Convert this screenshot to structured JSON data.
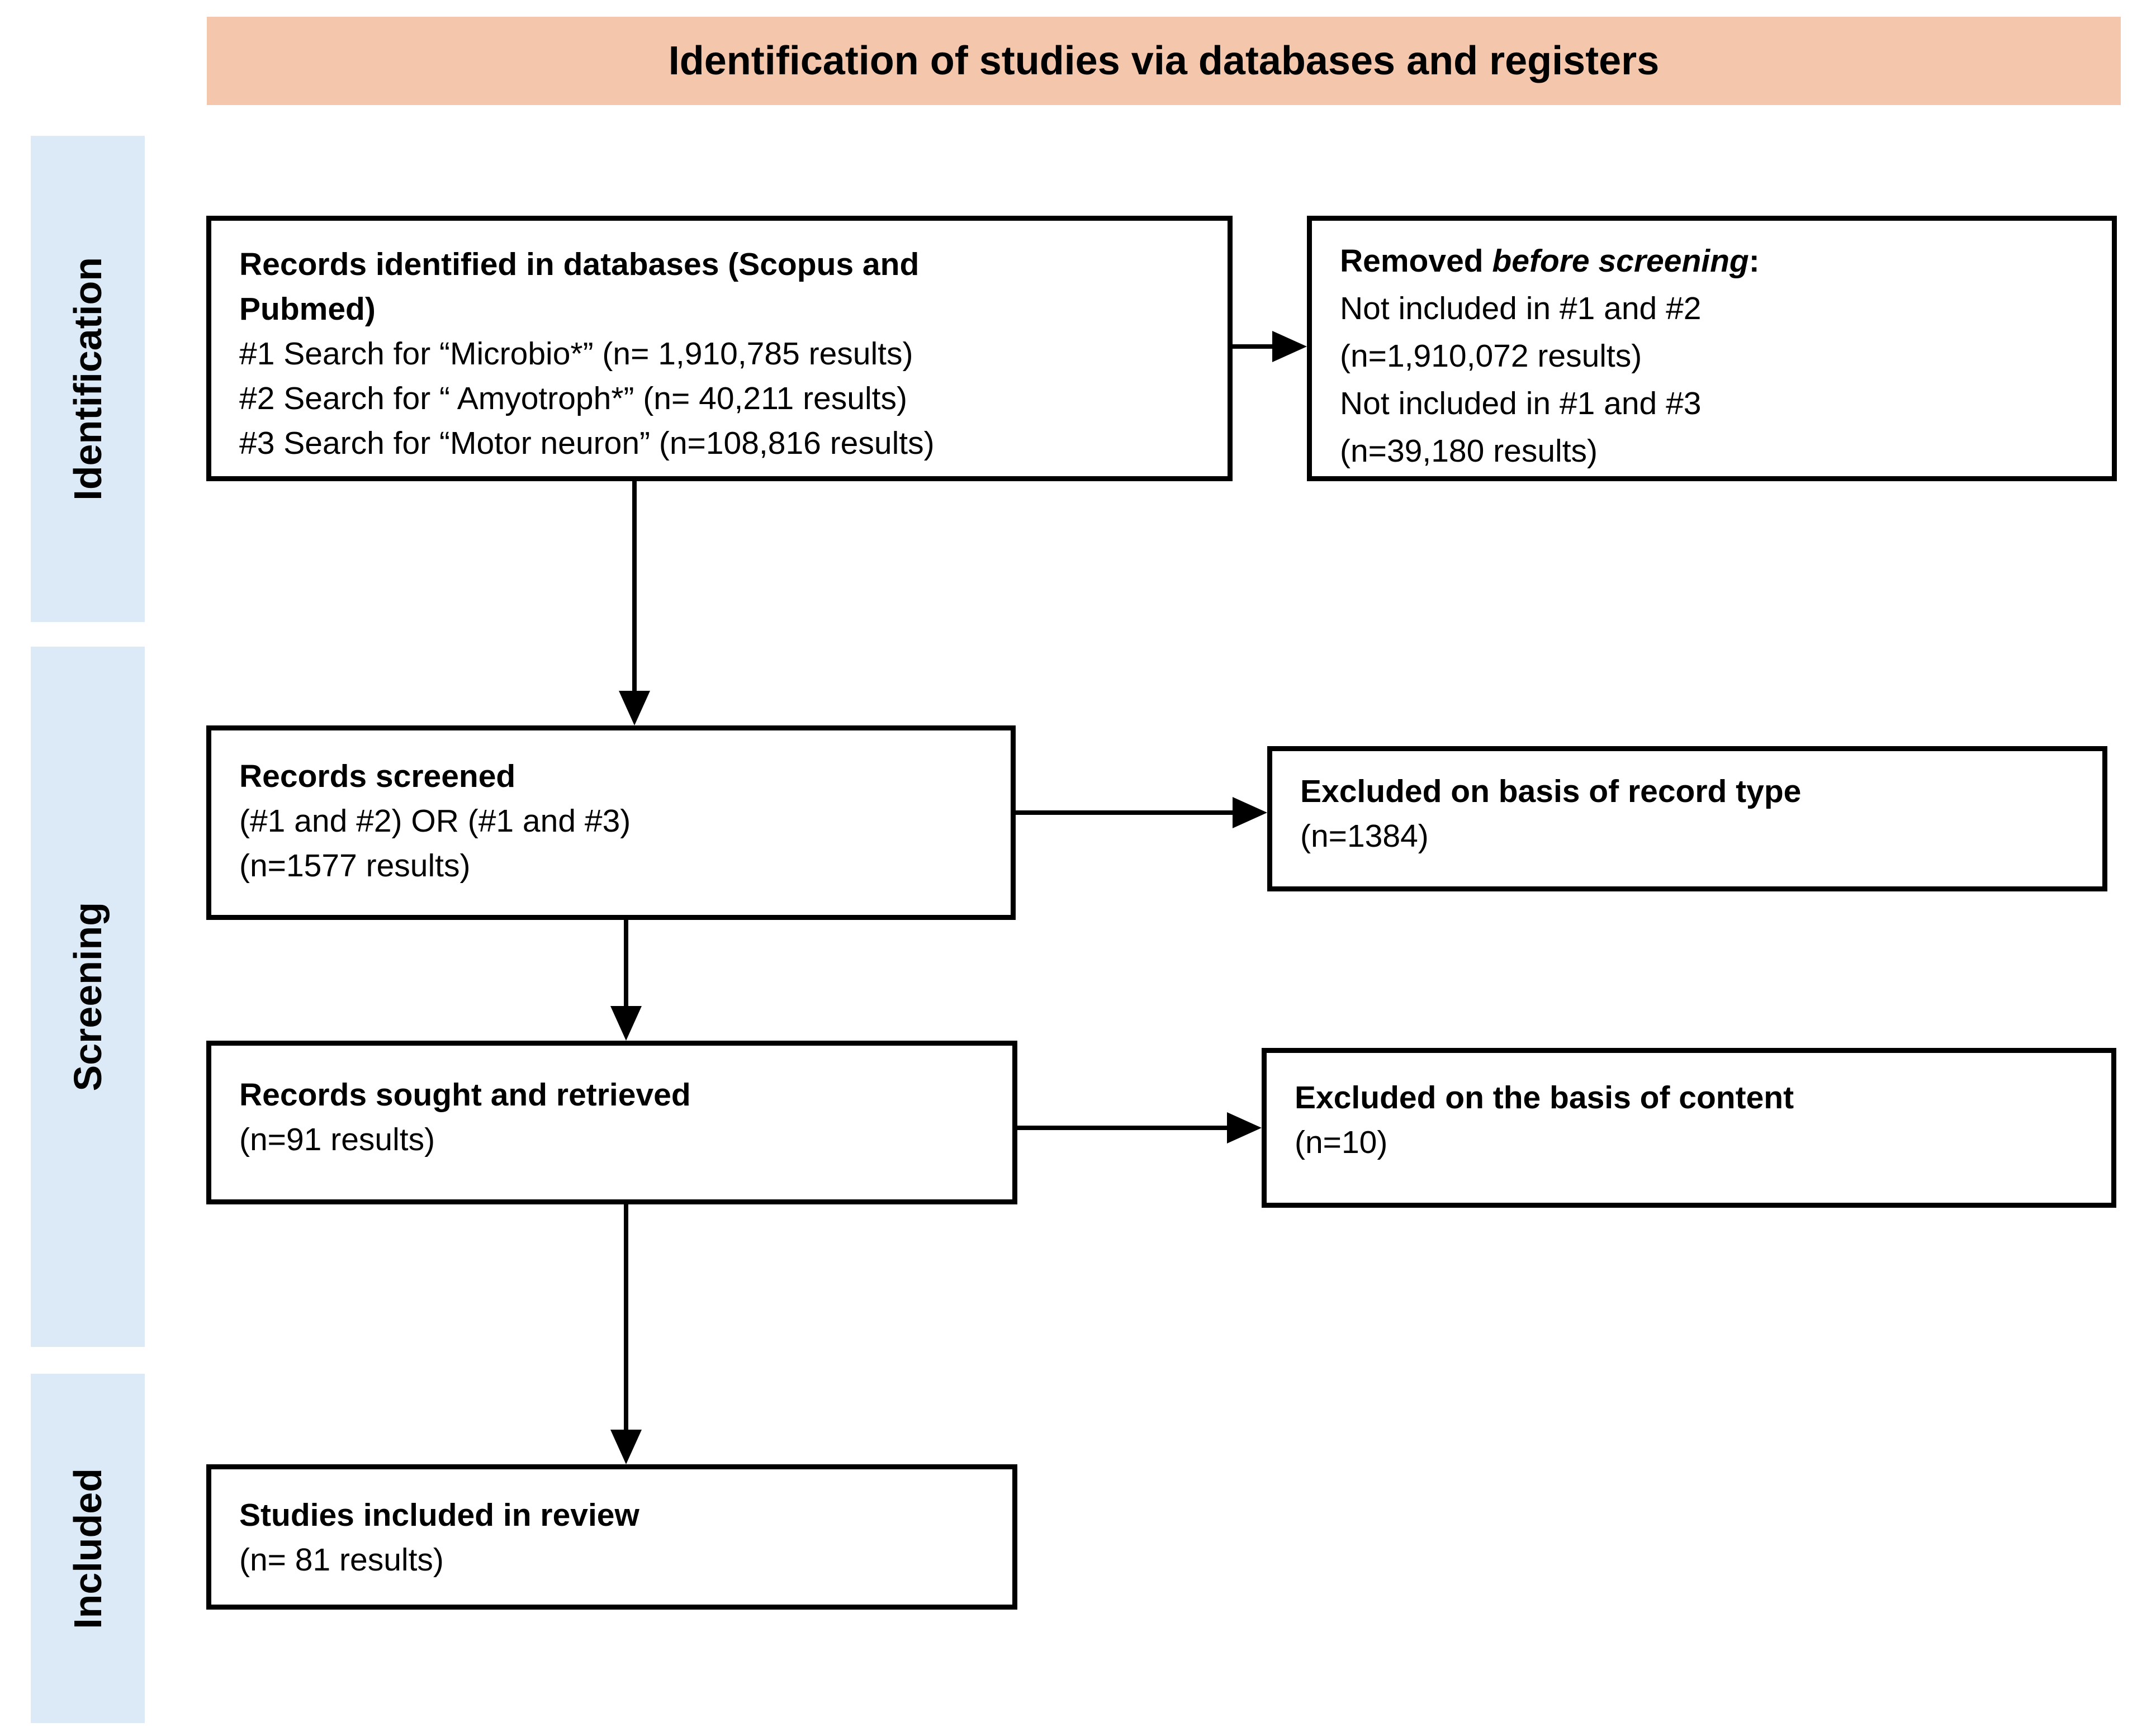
{
  "banner": {
    "title": "Identification of studies via databases and registers"
  },
  "sidebar": {
    "stages": [
      {
        "label": "Identification"
      },
      {
        "label": "Screening"
      },
      {
        "label": "Included"
      }
    ]
  },
  "boxes": {
    "identified": {
      "heading_lines": [
        "Records identified in databases (Scopus and",
        "Pubmed)"
      ],
      "lines": [
        "#1 Search for “Microbio*” (n= 1,910,785 results)",
        "#2 Search for “ Amyotroph*” (n= 40,211 results)",
        "#3 Search for “Motor neuron” (n=108,816 results)"
      ]
    },
    "removed": {
      "heading_bold": "Removed ",
      "heading_bold_italic": "before screening",
      "heading_colon": ":",
      "lines": [
        "Not included in #1 and #2",
        "(n=1,910,072 results)",
        "Not included in #1 and #3",
        "(n=39,180 results)"
      ]
    },
    "screened": {
      "heading": "Records screened",
      "lines": [
        "(#1 and #2) OR (#1 and #3)",
        "(n=1577 results)"
      ]
    },
    "excluded_record_type": {
      "heading": "Excluded on basis of record type",
      "lines": [
        "(n=1384)"
      ]
    },
    "sought": {
      "heading": "Records sought and retrieved",
      "lines": [
        "(n=91 results)"
      ]
    },
    "excluded_content": {
      "heading": "Excluded on the basis of content",
      "lines": [
        "(n=10)"
      ]
    },
    "included": {
      "heading": "Studies included in review",
      "lines": [
        "(n= 81 results)"
      ]
    }
  },
  "colors": {
    "banner_bg": "#F4C7AC",
    "stage_bg": "#DCE9F6",
    "box_border": "#000000",
    "arrow": "#000000",
    "text": "#000000"
  }
}
